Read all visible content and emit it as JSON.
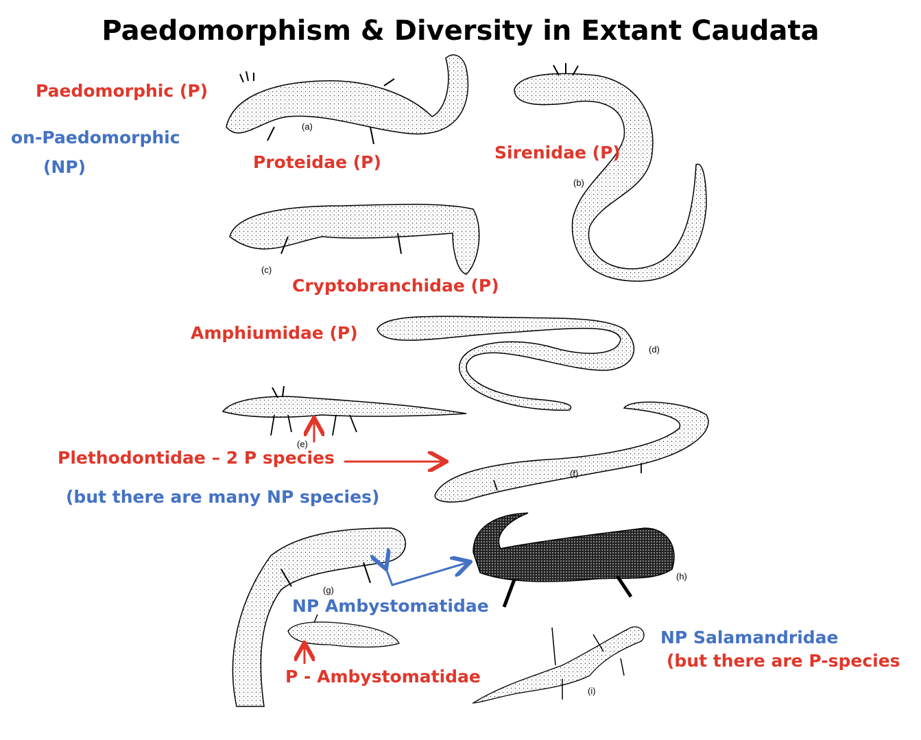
{
  "title": "Paedomorphism & Diversity in Extant Caudata",
  "legend": {
    "paedomorphic": "Paedomorphic (P)",
    "non_paedomorphic_line1": "on-Paedomorphic",
    "non_paedomorphic_line2": "(NP)"
  },
  "families": {
    "proteidae": "Proteidae (P)",
    "sirenidae": "Sirenidae (P)",
    "cryptobranchidae": "Cryptobranchidae (P)",
    "amphiumidae": "Amphiumidae (P)",
    "plethodontidae": "Plethodontidae – 2 P species",
    "plethodontidae_note": "(but there are many NP species)",
    "np_ambystomatidae": "NP Ambystomatidae",
    "p_ambystomatidae": "P - Ambystomatidae",
    "np_salamandridae": "NP Salamandridae",
    "salamandridae_note": "(but there are P-species"
  },
  "figure_letters": {
    "a": "(a)",
    "b": "(b)",
    "c": "(c)",
    "d": "(d)",
    "e": "(e)",
    "f": "(f)",
    "g": "(g)",
    "h": "(h)",
    "i": "(i)"
  },
  "colors": {
    "paedomorphic": "#E0372B",
    "non_paedomorphic": "#4472C4",
    "title": "#000000"
  }
}
